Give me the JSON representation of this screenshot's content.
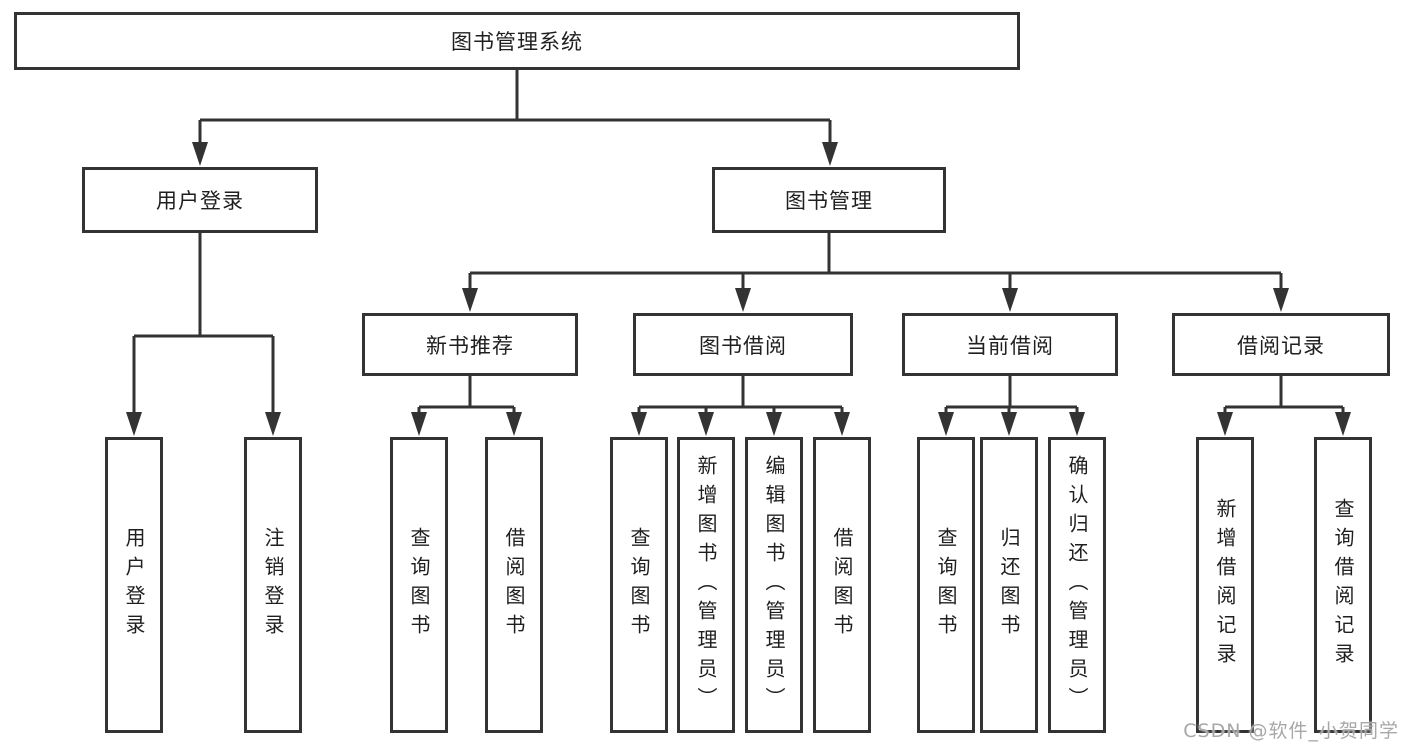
{
  "nodes": {
    "root": {
      "label": "图书管理系统"
    },
    "user_login": {
      "label": "用户登录"
    },
    "book_management": {
      "label": "图书管理"
    },
    "new_book_recommendation": {
      "label": "新书推荐"
    },
    "book_borrowing": {
      "label": "图书借阅"
    },
    "current_borrowing": {
      "label": "当前借阅"
    },
    "borrowing_records": {
      "label": "借阅记录"
    },
    "leaf_user_login": {
      "label": "用户登录"
    },
    "leaf_logout": {
      "label": "注销登录"
    },
    "leaf_query_books_recommend": {
      "label": "查询图书"
    },
    "leaf_borrow_books_recommend": {
      "label": "借阅图书"
    },
    "leaf_query_books_borrowing": {
      "label": "查询图书"
    },
    "leaf_add_books_admin": {
      "label": "新增图书（管理员）"
    },
    "leaf_edit_books_admin": {
      "label": "编辑图书（管理员）"
    },
    "leaf_borrow_books_borrowing": {
      "label": "借阅图书"
    },
    "leaf_query_books_current": {
      "label": "查询图书"
    },
    "leaf_return_books": {
      "label": "归还图书"
    },
    "leaf_confirm_return_admin": {
      "label": "确认归还（管理员）"
    },
    "leaf_new_borrow_record": {
      "label": "新增借阅记录"
    },
    "leaf_query_borrow_record": {
      "label": "查询借阅记录"
    }
  },
  "watermark": {
    "text": "CSDN @软件_小贺同学"
  },
  "colors": {
    "line": "#333333",
    "box_border": "#333333",
    "text": "#1f1f1f",
    "watermark": "#a8a8a8",
    "background": "#ffffff"
  }
}
